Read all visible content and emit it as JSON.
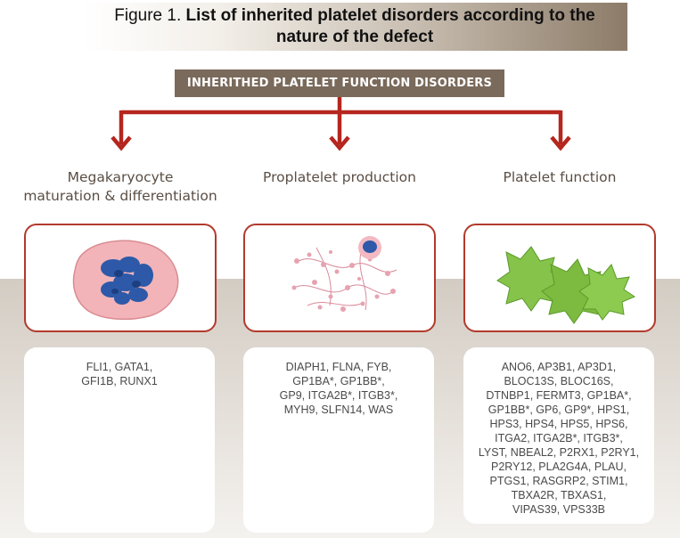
{
  "figure": {
    "title_plain": "Figure 1.",
    "title_bold_line1": "List of inherited platelet disorders according to the",
    "title_bold_line2": "nature of the defect"
  },
  "header": {
    "label": "INHERITHED PLATELET FUNCTION DISORDERS",
    "background_color": "#7a6a5b"
  },
  "connector_color": "#b5261e",
  "categories": [
    {
      "title_lines": [
        "Megakaryocyte",
        "maturation & differentiation"
      ],
      "image_icon": "megakaryocyte-cell-icon",
      "genes": [
        "FLI1, GATA1,",
        "GFI1B, RUNX1"
      ]
    },
    {
      "title_lines": [
        "Proplatelet production"
      ],
      "image_icon": "proplatelet-formation-icon",
      "genes": [
        "DIAPH1, FLNA, FYB,",
        "GP1BA*, GP1BB*,",
        "GP9, ITGA2B*, ITGB3*,",
        "MYH9, SLFN14, WAS"
      ]
    },
    {
      "title_lines": [
        "Platelet function"
      ],
      "image_icon": "activated-platelets-icon",
      "genes": [
        "ANO6, AP3B1, AP3D1,",
        "BLOC13S, BLOC16S,",
        "DTNBP1, FERMT3, GP1BA*,",
        "GP1BB*, GP6, GP9*, HPS1,",
        "HPS3, HPS4, HPS5, HPS6,",
        "ITGA2, ITGA2B*, ITGB3*,",
        "LYST, NBEAL2, P2RX1, P2RY1,",
        "P2RY12, PLA2G4A, PLAU,",
        "PTGS1, RASGRP2, STIM1,",
        "TBXA2R, TBXAS1,",
        "VIPAS39, VPS33B"
      ]
    }
  ]
}
